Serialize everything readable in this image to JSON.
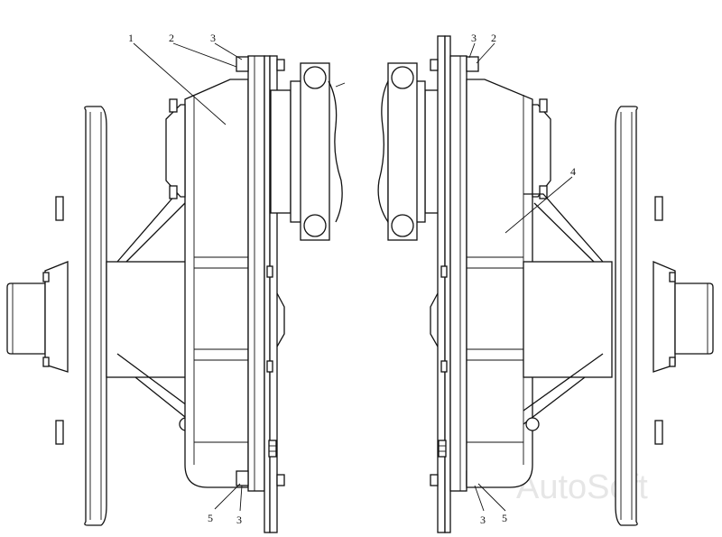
{
  "labels": {
    "l1": "1",
    "l2": "2",
    "l3a": "3",
    "l3b": "3",
    "l2b": "2",
    "l4": "4",
    "l5a": "5",
    "l3c": "3",
    "l3d": "3",
    "l5b": "5"
  },
  "watermark": "AutoSoft"
}
